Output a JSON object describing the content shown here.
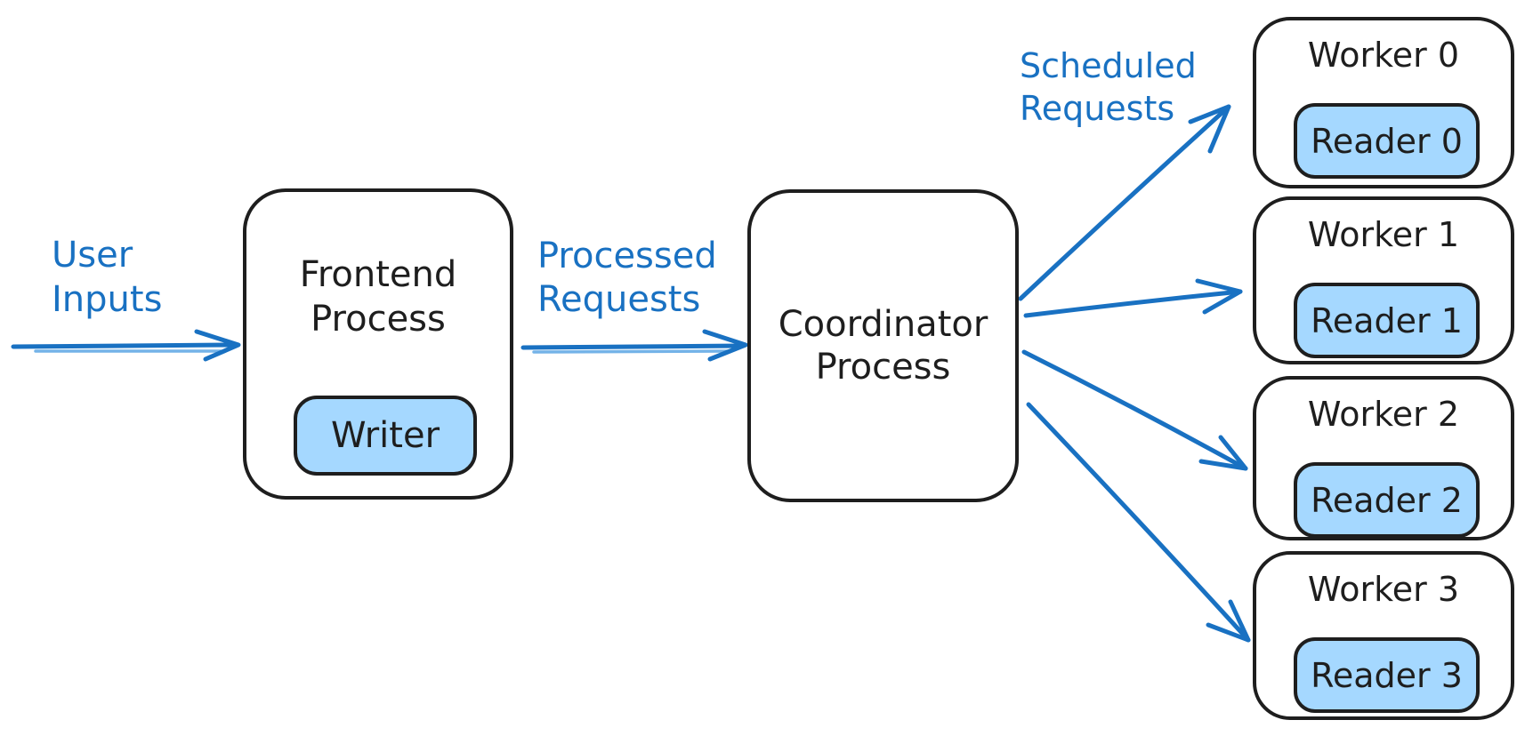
{
  "colors": {
    "accent_blue": "#1971c2",
    "accent_blue_light": "#74b3e8",
    "node_stroke": "#1e1e1e",
    "node_fill_light_blue": "#a5d8ff",
    "background": "#ffffff"
  },
  "labels": {
    "user_inputs": "User\nInputs",
    "processed_requests": "Processed\nRequests",
    "scheduled_requests": "Scheduled\nRequests"
  },
  "nodes": {
    "frontend": {
      "title": "Frontend\nProcess",
      "child": "Writer"
    },
    "coordinator": {
      "title": "Coordinator\nProcess"
    },
    "workers": [
      {
        "label": "Worker 0",
        "reader": "Reader 0"
      },
      {
        "label": "Worker 1",
        "reader": "Reader 1"
      },
      {
        "label": "Worker 2",
        "reader": "Reader 2"
      },
      {
        "label": "Worker 3",
        "reader": "Reader 3"
      }
    ]
  }
}
